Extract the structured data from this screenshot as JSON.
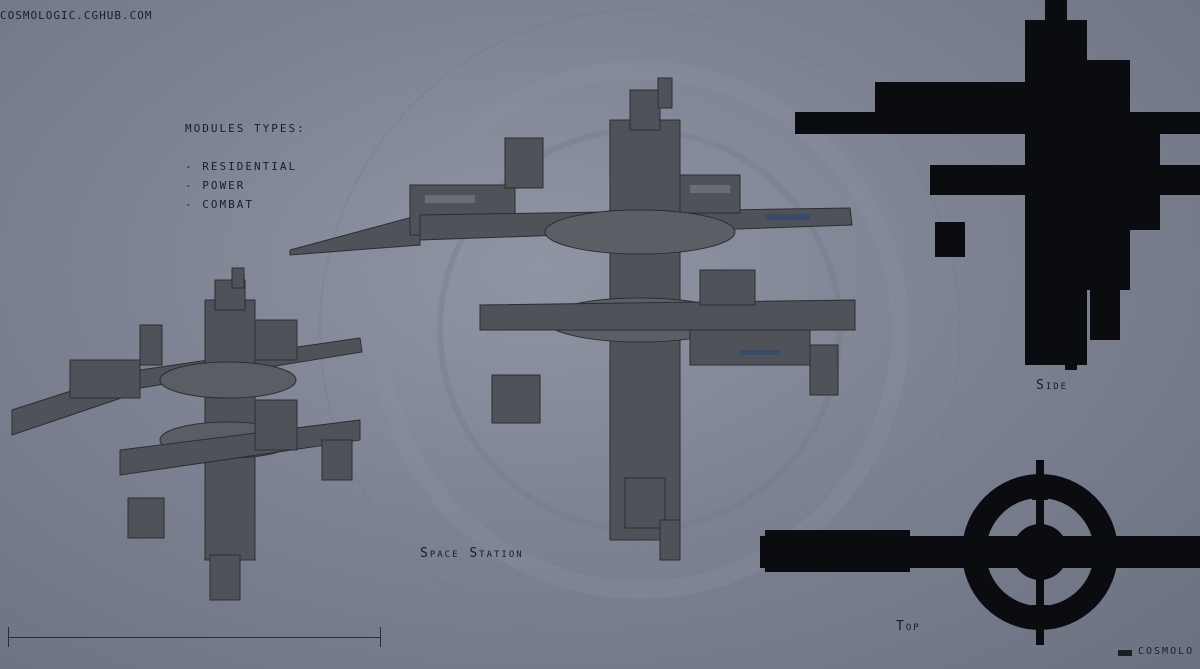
{
  "watermark_top": "COSMOLOGIC.CGHUB.COM",
  "watermark_bottom": "COSMOLO",
  "modules": {
    "heading": "MODULES TYPES:",
    "items": [
      "- RESIDENTIAL",
      "- POWER",
      "- COMBAT"
    ]
  },
  "captions": {
    "station": "Space Station",
    "side": "Side",
    "top": "Top"
  },
  "colors": {
    "background": "#7d8392",
    "silhouette": "#0b0c0f",
    "hull": "#4f5259",
    "hull_light": "#6a6d74",
    "text": "#1a1d24"
  }
}
